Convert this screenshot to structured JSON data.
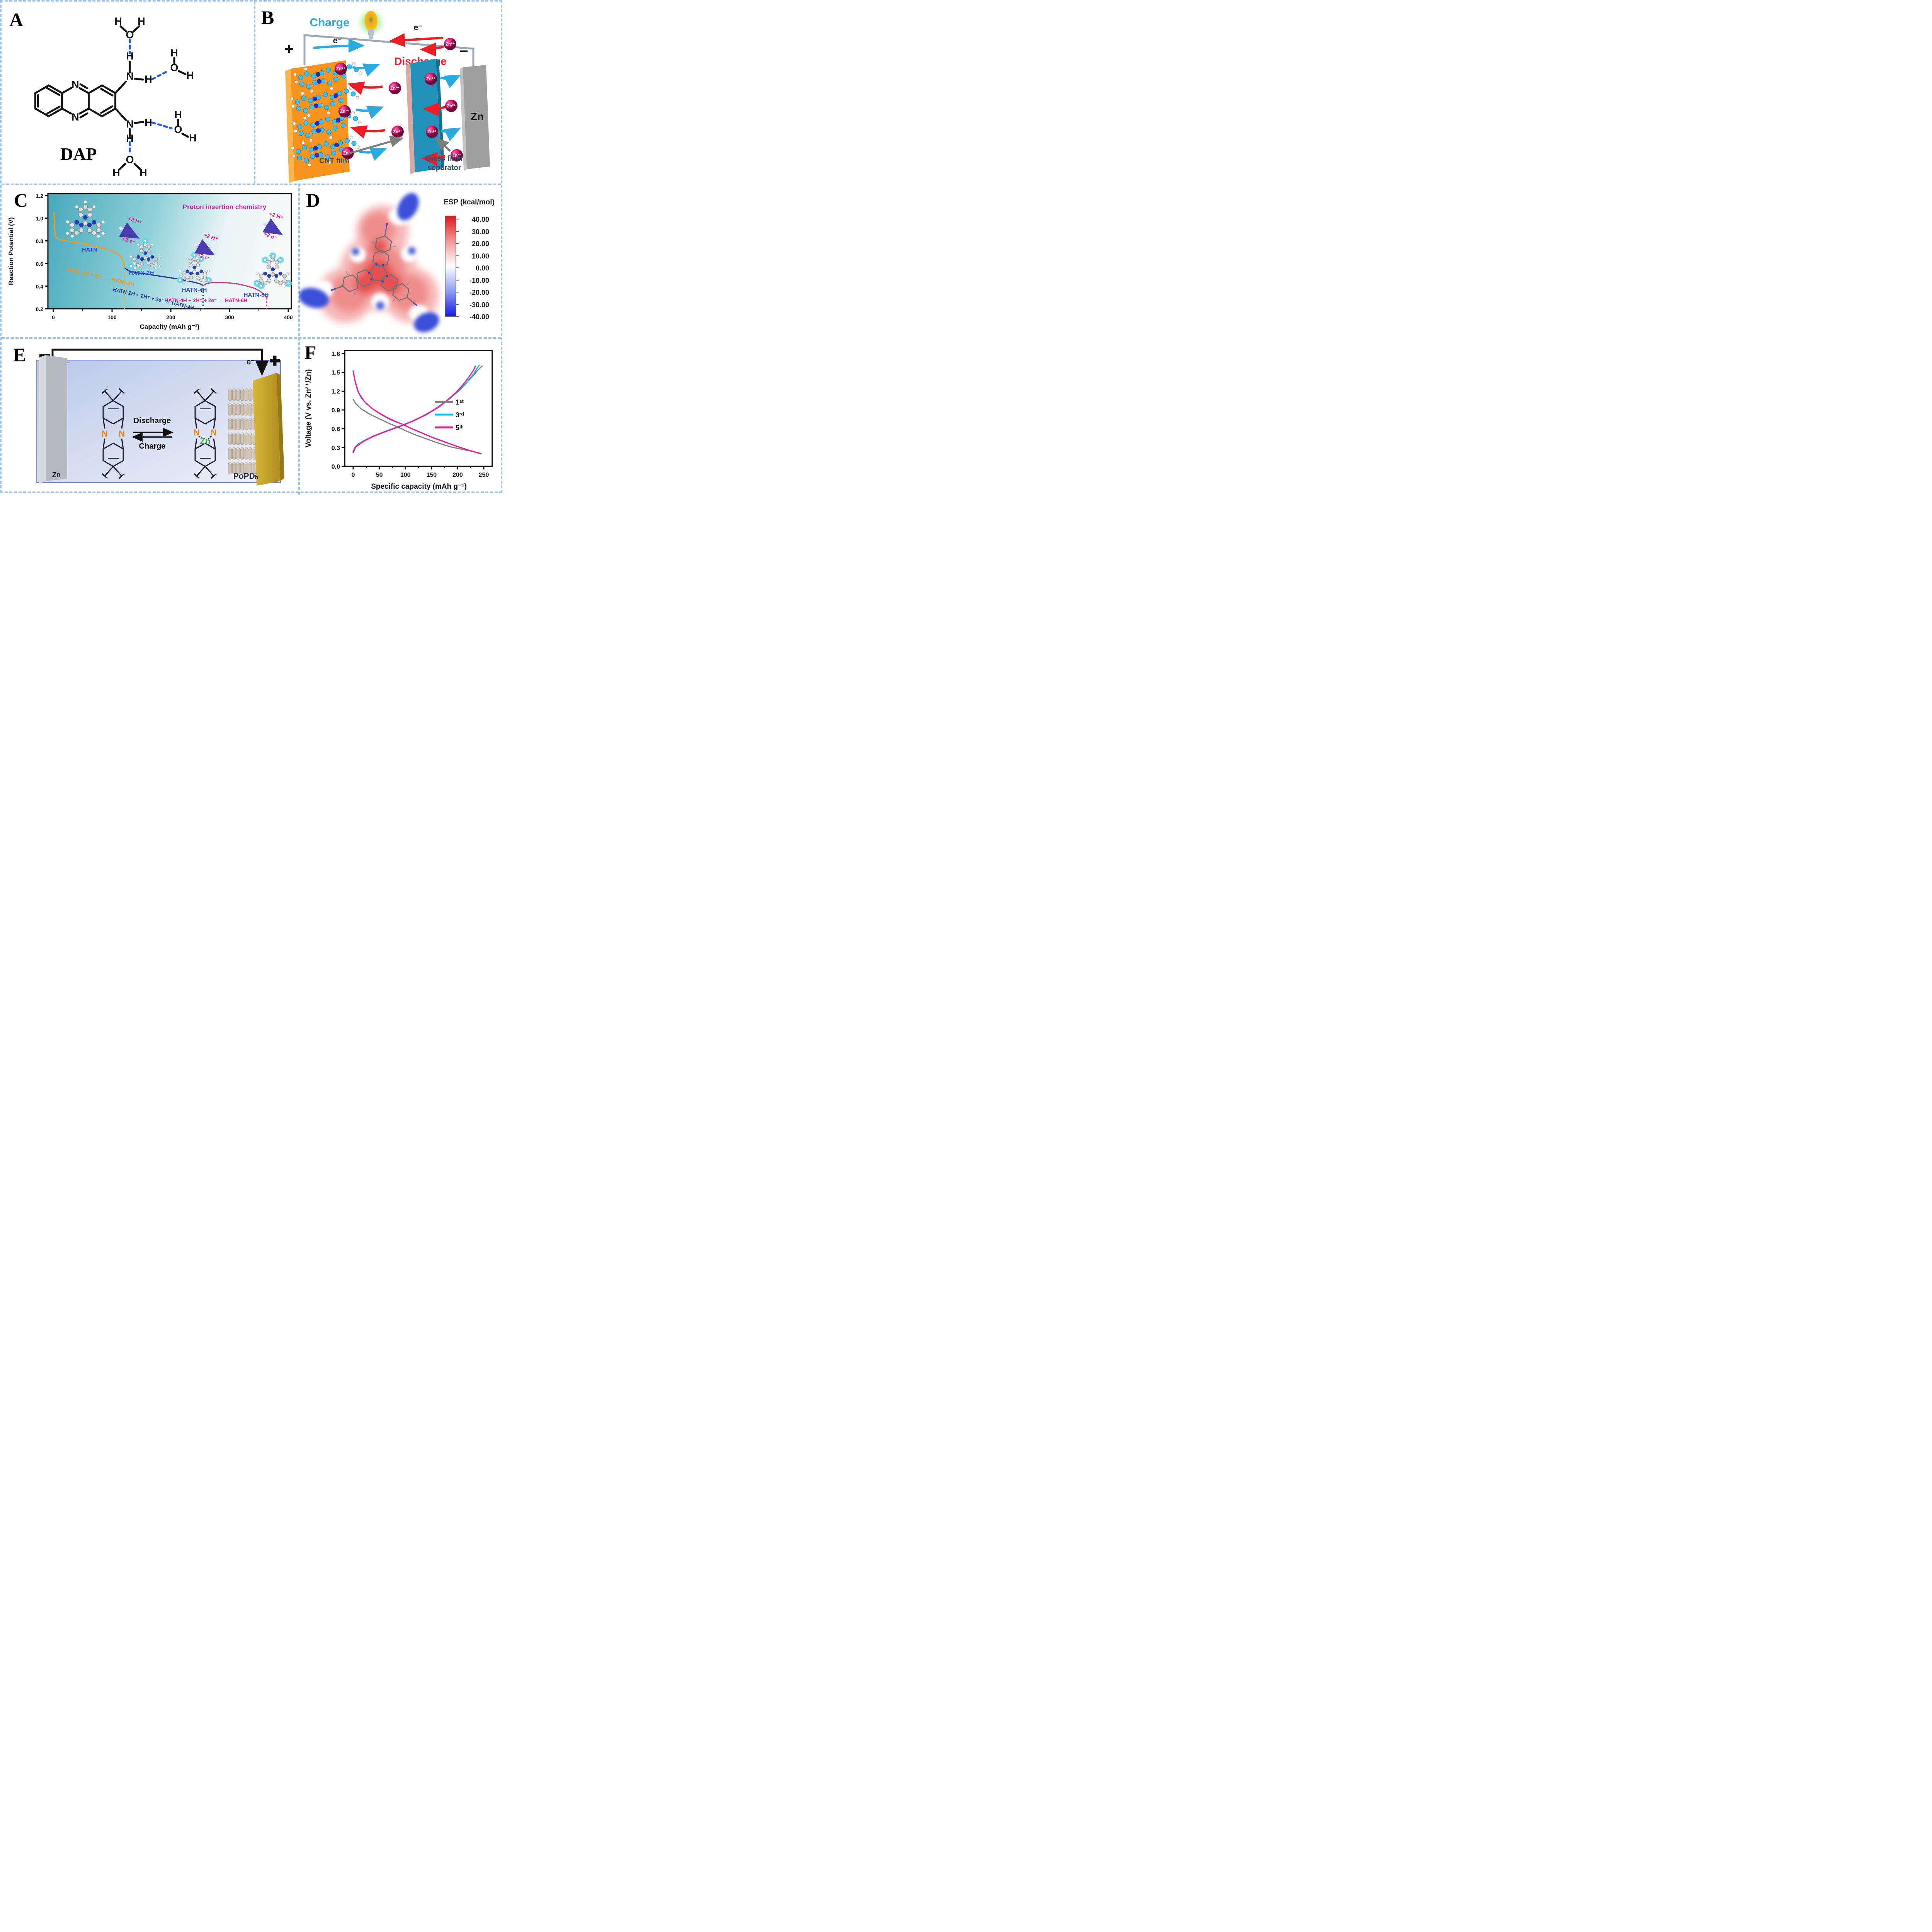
{
  "colors": {
    "border_dash": "#9dc3e6",
    "charge_cyan": "#29abe2",
    "discharge_red": "#ee1c25",
    "zn_ion_magenta": "#d6186e",
    "separator_teal": "#2191b8",
    "electrode_orange": "#f7941d",
    "orange_curve": "#f59c1d",
    "navy_curve": "#26358c",
    "magenta_curve": "#c5407e",
    "esp_red": "#e04c4c",
    "esp_blue": "#3b4fd8",
    "gold_electrode": "#c9a22c",
    "zn_gray": "#9f9f9f"
  },
  "panelA": {
    "label": "A",
    "molecule": "DAP",
    "atom_h": "H",
    "atom_o": "O",
    "atom_n": "N"
  },
  "panelB": {
    "label": "B",
    "charge": "Charge",
    "discharge": "Discharge",
    "electron": "e⁻",
    "plus": "+",
    "minus": "−",
    "zn_ion": "Zn²⁺",
    "zn_electrode": "Zn",
    "cnt_film": "CNT film",
    "glass_fiber_line1": "Glass fiber",
    "glass_fiber_line2": "separator"
  },
  "panelC": {
    "label": "C"
  },
  "panelD": {
    "label": "D",
    "cbar_title": "ESP (kcal/mol)",
    "cbar_ticks": [
      "40.00",
      "30.00",
      "20.00",
      "10.00",
      "0.00",
      "-10.00",
      "-20.00",
      "-30.00",
      "-40.00"
    ]
  },
  "panelE": {
    "label": "E",
    "discharge": "Discharge",
    "charge": "Charge",
    "electron": "e⁻",
    "plus": "+",
    "minus": "−",
    "zn_anode": "Zn",
    "popd": "PoPDₕ",
    "atom_n": "N",
    "zn_complex": "Zn"
  },
  "panelF": {
    "label": "F"
  },
  "chart_data": [
    {
      "panel": "C",
      "type": "line",
      "title": "Proton insertion chemistry",
      "xlabel": "Capacity (mAh g⁻¹)",
      "ylabel": "Reaction Potential (V)",
      "xlim": [
        0,
        400
      ],
      "ylim": [
        0.2,
        1.2
      ],
      "x_ticks": [
        0,
        100,
        200,
        300,
        400
      ],
      "x_minor": [
        50,
        150,
        250,
        350
      ],
      "y_ticks": [
        0.2,
        0.4,
        0.6,
        0.8,
        1.0,
        1.2
      ],
      "grid": false,
      "legend_position": "none",
      "series": [
        {
          "name": "HATN to HATN-2H plateau",
          "color": "#f59c1d",
          "width": 3,
          "points": [
            [
              1,
              1.05
            ],
            [
              2,
              0.95
            ],
            [
              3,
              0.85
            ],
            [
              6,
              0.82
            ],
            [
              15,
              0.805
            ],
            [
              40,
              0.785
            ],
            [
              70,
              0.755
            ],
            [
              95,
              0.72
            ],
            [
              108,
              0.69
            ],
            [
              116,
              0.655
            ],
            [
              120,
              0.6
            ],
            [
              122,
              0.56
            ]
          ]
        },
        {
          "name": "HATN-2H to HATN-4H plateau",
          "color": "#26358c",
          "width": 3,
          "points": [
            [
              122,
              0.56
            ],
            [
              128,
              0.535
            ],
            [
              140,
              0.52
            ],
            [
              160,
              0.505
            ],
            [
              185,
              0.485
            ],
            [
              210,
              0.465
            ],
            [
              235,
              0.44
            ],
            [
              250,
              0.42
            ],
            [
              255,
              0.405
            ]
          ]
        },
        {
          "name": "HATN-4H to HATN-6H plateau",
          "color": "#c5407e",
          "width": 3,
          "points": [
            [
              255,
              0.405
            ],
            [
              260,
              0.42
            ],
            [
              268,
              0.43
            ],
            [
              285,
              0.432
            ],
            [
              300,
              0.428
            ],
            [
              315,
              0.418
            ],
            [
              330,
              0.4
            ],
            [
              342,
              0.382
            ],
            [
              352,
              0.355
            ],
            [
              360,
              0.32
            ],
            [
              364,
              0.295
            ]
          ]
        }
      ],
      "markers": [
        {
          "x": 121,
          "y0": 0.2,
          "y1": 0.555,
          "color": "#f0a830"
        },
        {
          "x": 255,
          "y0": 0.2,
          "y1": 0.4,
          "color": "#26358c"
        },
        {
          "x": 363,
          "y0": 0.2,
          "y1": 0.295,
          "color": "#d4317f"
        }
      ],
      "annotations": {
        "hatn": "HATN",
        "hatn2h": "HATN-2H",
        "hatn4h": "HATN-4H",
        "hatn6h": "HATN-6H",
        "plus_2h": "+2 H⁺",
        "plus_2e": "+2 e⁻",
        "eq1": "HATN-2H + 2e⁻ → HATN-2H",
        "eq2": "HATN-2H + 2H⁺ + 2e⁻ → HATN-4H",
        "eq3": "HATN-4H + 2H⁺ + 2e⁻ → HATN-6H",
        "title": "Proton insertion chemistry"
      }
    },
    {
      "panel": "F",
      "type": "line",
      "xlabel": "Specific capacity (mAh g⁻¹)",
      "ylabel": "Voltage (V vs. Zn²⁺/Zn)",
      "xlim": [
        0,
        250
      ],
      "ylim": [
        0,
        1.8
      ],
      "x_ticks": [
        0,
        50,
        100,
        150,
        200,
        250
      ],
      "x_minor": [
        25,
        75,
        125,
        175,
        225
      ],
      "y_ticks": [
        0.0,
        0.3,
        0.6,
        0.9,
        1.2,
        1.5,
        1.8
      ],
      "grid": false,
      "legend_position": "right-middle",
      "legend": [
        "1ˢᵗ",
        "3ʳᵈ",
        "5ᵗʰ"
      ],
      "legend_colors": [
        "#7f7f7f",
        "#00bff0",
        "#ff1493"
      ],
      "series": [
        {
          "name": "1st discharge",
          "color": "#7f7f7f",
          "width": 3,
          "points": [
            [
              0,
              1.07
            ],
            [
              5,
              1.0
            ],
            [
              15,
              0.92
            ],
            [
              30,
              0.84
            ],
            [
              50,
              0.76
            ],
            [
              70,
              0.68
            ],
            [
              85,
              0.63
            ],
            [
              100,
              0.57
            ],
            [
              120,
              0.5
            ],
            [
              140,
              0.44
            ],
            [
              160,
              0.38
            ],
            [
              175,
              0.34
            ],
            [
              190,
              0.305
            ],
            [
              210,
              0.27
            ],
            [
              225,
              0.245
            ],
            [
              240,
              0.215
            ],
            [
              246,
              0.2
            ]
          ]
        },
        {
          "name": "3rd discharge",
          "color": "#00bff0",
          "width": 3,
          "points": [
            [
              0,
              1.53
            ],
            [
              3,
              1.38
            ],
            [
              8,
              1.22
            ],
            [
              15,
              1.1
            ],
            [
              25,
              1.0
            ],
            [
              40,
              0.9
            ],
            [
              55,
              0.82
            ],
            [
              70,
              0.75
            ],
            [
              85,
              0.7
            ],
            [
              95,
              0.67
            ],
            [
              110,
              0.61
            ],
            [
              130,
              0.54
            ],
            [
              150,
              0.47
            ],
            [
              170,
              0.41
            ],
            [
              190,
              0.345
            ],
            [
              210,
              0.29
            ],
            [
              230,
              0.235
            ],
            [
              245,
              0.2
            ]
          ]
        },
        {
          "name": "5th discharge",
          "color": "#ff1493",
          "width": 3,
          "points": [
            [
              0,
              1.51
            ],
            [
              4,
              1.35
            ],
            [
              10,
              1.18
            ],
            [
              20,
              1.05
            ],
            [
              35,
              0.93
            ],
            [
              50,
              0.85
            ],
            [
              65,
              0.78
            ],
            [
              80,
              0.72
            ],
            [
              95,
              0.67
            ],
            [
              115,
              0.59
            ],
            [
              135,
              0.52
            ],
            [
              155,
              0.45
            ],
            [
              175,
              0.39
            ],
            [
              195,
              0.33
            ],
            [
              215,
              0.275
            ],
            [
              235,
              0.225
            ],
            [
              243,
              0.205
            ]
          ]
        },
        {
          "name": "1st charge",
          "color": "#7f7f7f",
          "width": 3,
          "points": [
            [
              0,
              0.235
            ],
            [
              3,
              0.3
            ],
            [
              10,
              0.36
            ],
            [
              25,
              0.43
            ],
            [
              45,
              0.5
            ],
            [
              70,
              0.58
            ],
            [
              90,
              0.64
            ],
            [
              110,
              0.71
            ],
            [
              130,
              0.79
            ],
            [
              150,
              0.88
            ],
            [
              170,
              0.99
            ],
            [
              190,
              1.12
            ],
            [
              205,
              1.23
            ],
            [
              220,
              1.36
            ],
            [
              232,
              1.47
            ],
            [
              240,
              1.55
            ],
            [
              247,
              1.6
            ]
          ]
        },
        {
          "name": "3rd charge",
          "color": "#00bff0",
          "width": 3,
          "points": [
            [
              0,
              0.23
            ],
            [
              5,
              0.32
            ],
            [
              20,
              0.41
            ],
            [
              40,
              0.49
            ],
            [
              65,
              0.57
            ],
            [
              90,
              0.645
            ],
            [
              115,
              0.73
            ],
            [
              140,
              0.83
            ],
            [
              165,
              0.95
            ],
            [
              185,
              1.08
            ],
            [
              200,
              1.19
            ],
            [
              215,
              1.32
            ],
            [
              228,
              1.45
            ],
            [
              236,
              1.55
            ],
            [
              241,
              1.61
            ]
          ]
        },
        {
          "name": "5th charge",
          "color": "#ff1493",
          "width": 3,
          "points": [
            [
              0,
              0.22
            ],
            [
              5,
              0.31
            ],
            [
              20,
              0.4
            ],
            [
              40,
              0.485
            ],
            [
              65,
              0.565
            ],
            [
              90,
              0.64
            ],
            [
              115,
              0.725
            ],
            [
              140,
              0.825
            ],
            [
              162,
              0.94
            ],
            [
              182,
              1.07
            ],
            [
              197,
              1.18
            ],
            [
              211,
              1.31
            ],
            [
              222,
              1.43
            ],
            [
              230,
              1.53
            ],
            [
              234,
              1.6
            ]
          ]
        }
      ]
    }
  ]
}
